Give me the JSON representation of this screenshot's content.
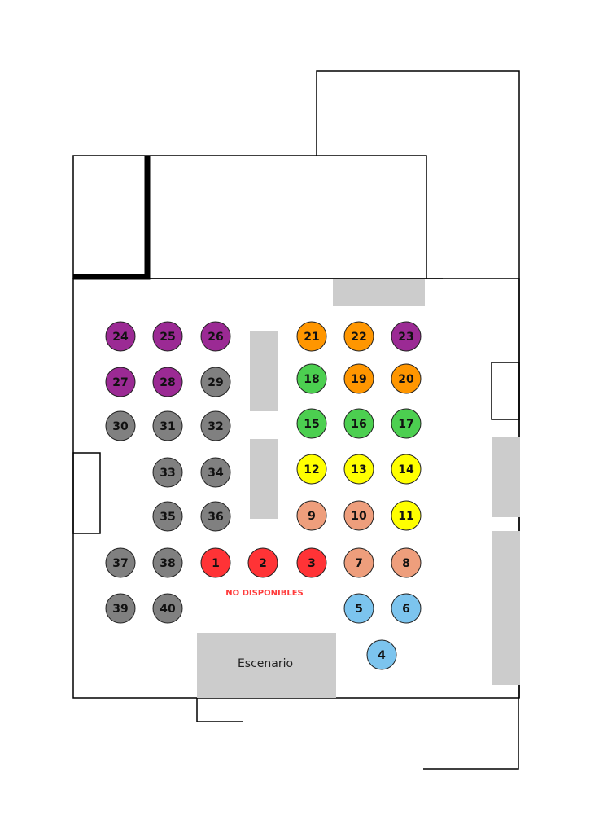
{
  "labels": {
    "unavailable": "NO DISPONIBLES",
    "stage": "Escenario"
  },
  "colors": {
    "purple": "#9b2a94",
    "grey": "#808080",
    "orange": "#ff9600",
    "green": "#4ccf50",
    "yellow": "#ffff00",
    "salmon": "#ee9e7c",
    "red": "#ff3336",
    "blue": "#7cc4ee",
    "block": "#cccccc",
    "wall": "#000000"
  },
  "seats": [
    {
      "n": "24",
      "color": "purple"
    },
    {
      "n": "25",
      "color": "purple"
    },
    {
      "n": "26",
      "color": "purple"
    },
    {
      "n": "21",
      "color": "orange"
    },
    {
      "n": "22",
      "color": "orange"
    },
    {
      "n": "23",
      "color": "purple"
    },
    {
      "n": "27",
      "color": "purple"
    },
    {
      "n": "28",
      "color": "purple"
    },
    {
      "n": "29",
      "color": "grey"
    },
    {
      "n": "18",
      "color": "green"
    },
    {
      "n": "19",
      "color": "orange"
    },
    {
      "n": "20",
      "color": "orange"
    },
    {
      "n": "30",
      "color": "grey"
    },
    {
      "n": "31",
      "color": "grey"
    },
    {
      "n": "32",
      "color": "grey"
    },
    {
      "n": "15",
      "color": "green"
    },
    {
      "n": "16",
      "color": "green"
    },
    {
      "n": "17",
      "color": "green"
    },
    {
      "n": "33",
      "color": "grey"
    },
    {
      "n": "34",
      "color": "grey"
    },
    {
      "n": "12",
      "color": "yellow"
    },
    {
      "n": "13",
      "color": "yellow"
    },
    {
      "n": "14",
      "color": "yellow"
    },
    {
      "n": "35",
      "color": "grey"
    },
    {
      "n": "36",
      "color": "grey"
    },
    {
      "n": "9",
      "color": "salmon"
    },
    {
      "n": "10",
      "color": "salmon"
    },
    {
      "n": "11",
      "color": "yellow"
    },
    {
      "n": "37",
      "color": "grey"
    },
    {
      "n": "38",
      "color": "grey"
    },
    {
      "n": "1",
      "color": "red"
    },
    {
      "n": "2",
      "color": "red"
    },
    {
      "n": "3",
      "color": "red"
    },
    {
      "n": "7",
      "color": "salmon"
    },
    {
      "n": "8",
      "color": "salmon"
    },
    {
      "n": "39",
      "color": "grey"
    },
    {
      "n": "40",
      "color": "grey"
    },
    {
      "n": "5",
      "color": "blue"
    },
    {
      "n": "6",
      "color": "blue"
    },
    {
      "n": "4",
      "color": "blue"
    }
  ]
}
